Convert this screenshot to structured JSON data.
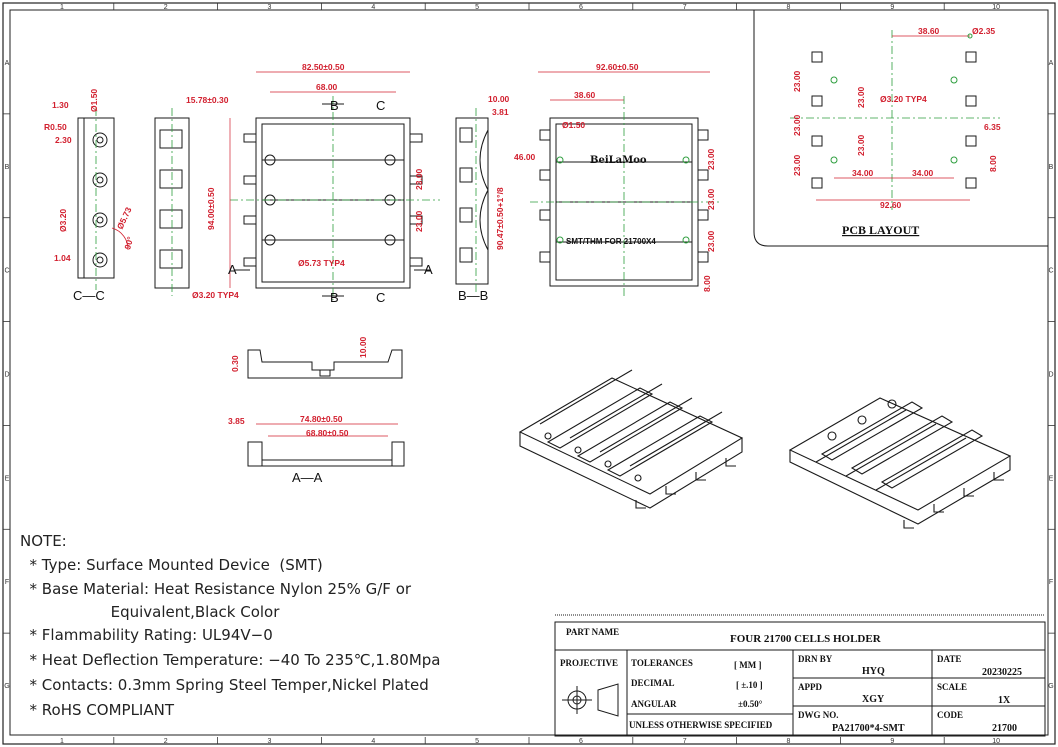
{
  "grid": {
    "cols": [
      "1",
      "2",
      "3",
      "4",
      "5",
      "6",
      "7",
      "8",
      "9",
      "10"
    ],
    "rows": [
      "A",
      "B",
      "C",
      "D",
      "E",
      "F",
      "G"
    ]
  },
  "views": {
    "cc_label": "C—C",
    "bb_label": "B—B",
    "aa_label": "A—A",
    "section_a": "A",
    "section_b": "B",
    "section_c": "C",
    "pcb_layout": "PCB LAYOUT"
  },
  "dims": {
    "d130": "1.30",
    "d150": "Ø1.50",
    "r050": "R0.50",
    "d230": "2.30",
    "d320": "Ø3.20",
    "d573": "Ø5.73",
    "deg90": "90°",
    "d104": "1.04",
    "d1578": "15.78±0.30",
    "d8250": "82.50±0.50",
    "d6800": "68.00",
    "d9400": "94.00±0.50",
    "d2300": "23.00",
    "d573typ": "Ø5.73 TYP4",
    "d320typ": "Ø3.20 TYP4",
    "d1000": "10.00",
    "d381": "3.81",
    "d9047": "90.47±0.50+1°/8",
    "d9260": "92.60±0.50",
    "d3860": "38.60",
    "d150b": "Ø1.50",
    "d4600": "46.00",
    "d800": "8.00",
    "d030": "0.30",
    "d1000b": "10.00",
    "d385": "3.85",
    "d7480": "74.80±0.50",
    "d6880": "68.80±0.50",
    "pcb3860": "38.60",
    "pcb235": "Ø2.35",
    "pcb320": "Ø3.20 TYP4",
    "pcb635": "6.35",
    "pcb800": "8.00",
    "pcb3400": "34.00",
    "pcb9260": "92.60",
    "pcb2300": "23.00"
  },
  "part_text": {
    "brand": "BeiLaMoo",
    "smt": "SMT/THM FOR 21700X4"
  },
  "notes": {
    "title": "NOTE:",
    "l1": "  * Type: Surface Mounted Device  (SMT)",
    "l2": "  * Base Material: Heat Resistance Nylon 25% G/F or",
    "l3": "                   Equivalent,Black Color",
    "l4": "  * Flammability Rating: UL94V−0",
    "l5": "  * Heat Deflection Temperature: −40 To 235℃,1.80Mpa",
    "l6": "  * Contacts: 0.3mm Spring Steel Temper,Nickel Plated",
    "l7": "  * RoHS COMPLIANT"
  },
  "title_block": {
    "part_name_label": "PART NAME",
    "part_name": "FOUR  21700  CELLS  HOLDER",
    "projective": "PROJECTIVE",
    "tolerances": "TOLERANCES",
    "unit": "[ MM ]",
    "decimal": "DECIMAL",
    "decimal_val": "[ ±.10 ]",
    "angular": "ANGULAR",
    "angular_val": "±0.50°",
    "unless": "UNLESS OTHERWISE SPECIFIED",
    "drn_by_label": "DRN BY",
    "drn_by": "HYQ",
    "appd_label": "APPD",
    "appd": "XGY",
    "dwg_no_label": "DWG NO.",
    "dwg_no": "PA21700*4-SMT",
    "date_label": "DATE",
    "date": "20230225",
    "scale_label": "SCALE",
    "scale": "1X",
    "code_label": "CODE",
    "code": "21700"
  },
  "colors": {
    "dimension": "#d2202f",
    "line": "#1a1a1a",
    "centerline": "#2e9e3e"
  }
}
